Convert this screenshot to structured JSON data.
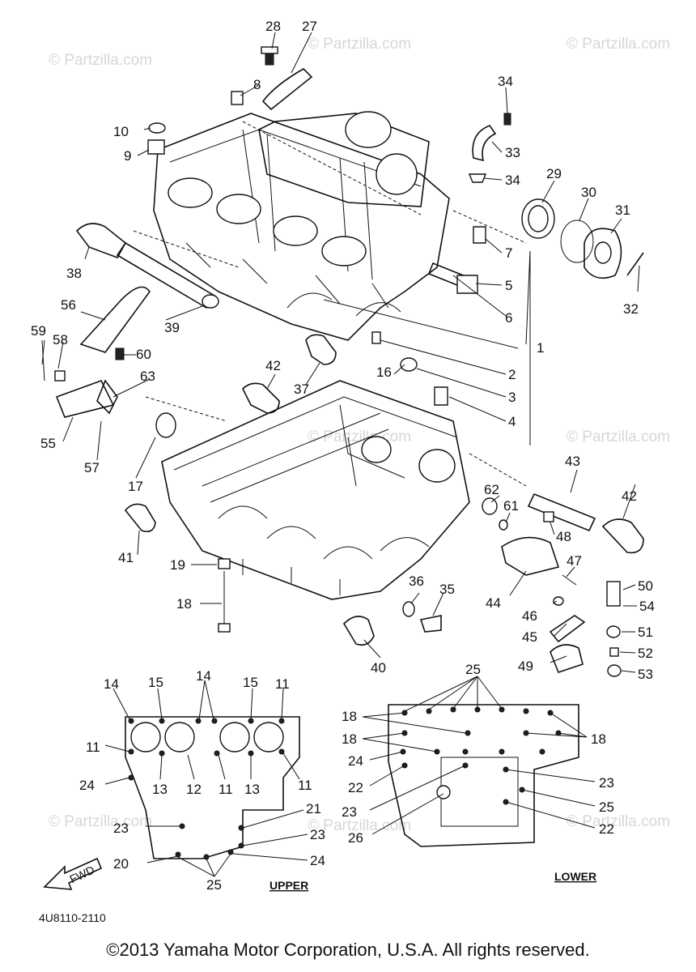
{
  "watermark": "© Partzilla.com",
  "labels": {
    "p1": "1",
    "p2": "2",
    "p3": "3",
    "p4": "4",
    "p5": "5",
    "p6": "6",
    "p7": "7",
    "p8": "8",
    "p9": "9",
    "p10": "10",
    "p11": "11",
    "p12": "12",
    "p13": "13",
    "p14": "14",
    "p15": "15",
    "p16": "16",
    "p17": "17",
    "p18": "18",
    "p19": "19",
    "p20": "20",
    "p21": "21",
    "p22": "22",
    "p23": "23",
    "p24": "24",
    "p25": "25",
    "p26": "26",
    "p27": "27",
    "p28": "28",
    "p29": "29",
    "p30": "30",
    "p31": "31",
    "p32": "32",
    "p33": "33",
    "p34": "34",
    "p35": "35",
    "p36": "36",
    "p37": "37",
    "p38": "38",
    "p39": "39",
    "p40": "40",
    "p41": "41",
    "p42": "42",
    "p43": "43",
    "p44": "44",
    "p45": "45",
    "p46": "46",
    "p47": "47",
    "p48": "48",
    "p49": "49",
    "p50": "50",
    "p51": "51",
    "p52": "52",
    "p53": "53",
    "p54": "54",
    "p55": "55",
    "p56": "56",
    "p57": "57",
    "p58": "58",
    "p59": "59",
    "p60": "60",
    "p61": "61",
    "p62": "62",
    "p63": "63"
  },
  "sections": {
    "upper": "UPPER",
    "lower": "LOWER"
  },
  "front_arrow": "FWD",
  "diagram_code": "4U8110-2110",
  "copyright": "©2013 Yamaha Motor Corporation, U.S.A. All rights reserved."
}
